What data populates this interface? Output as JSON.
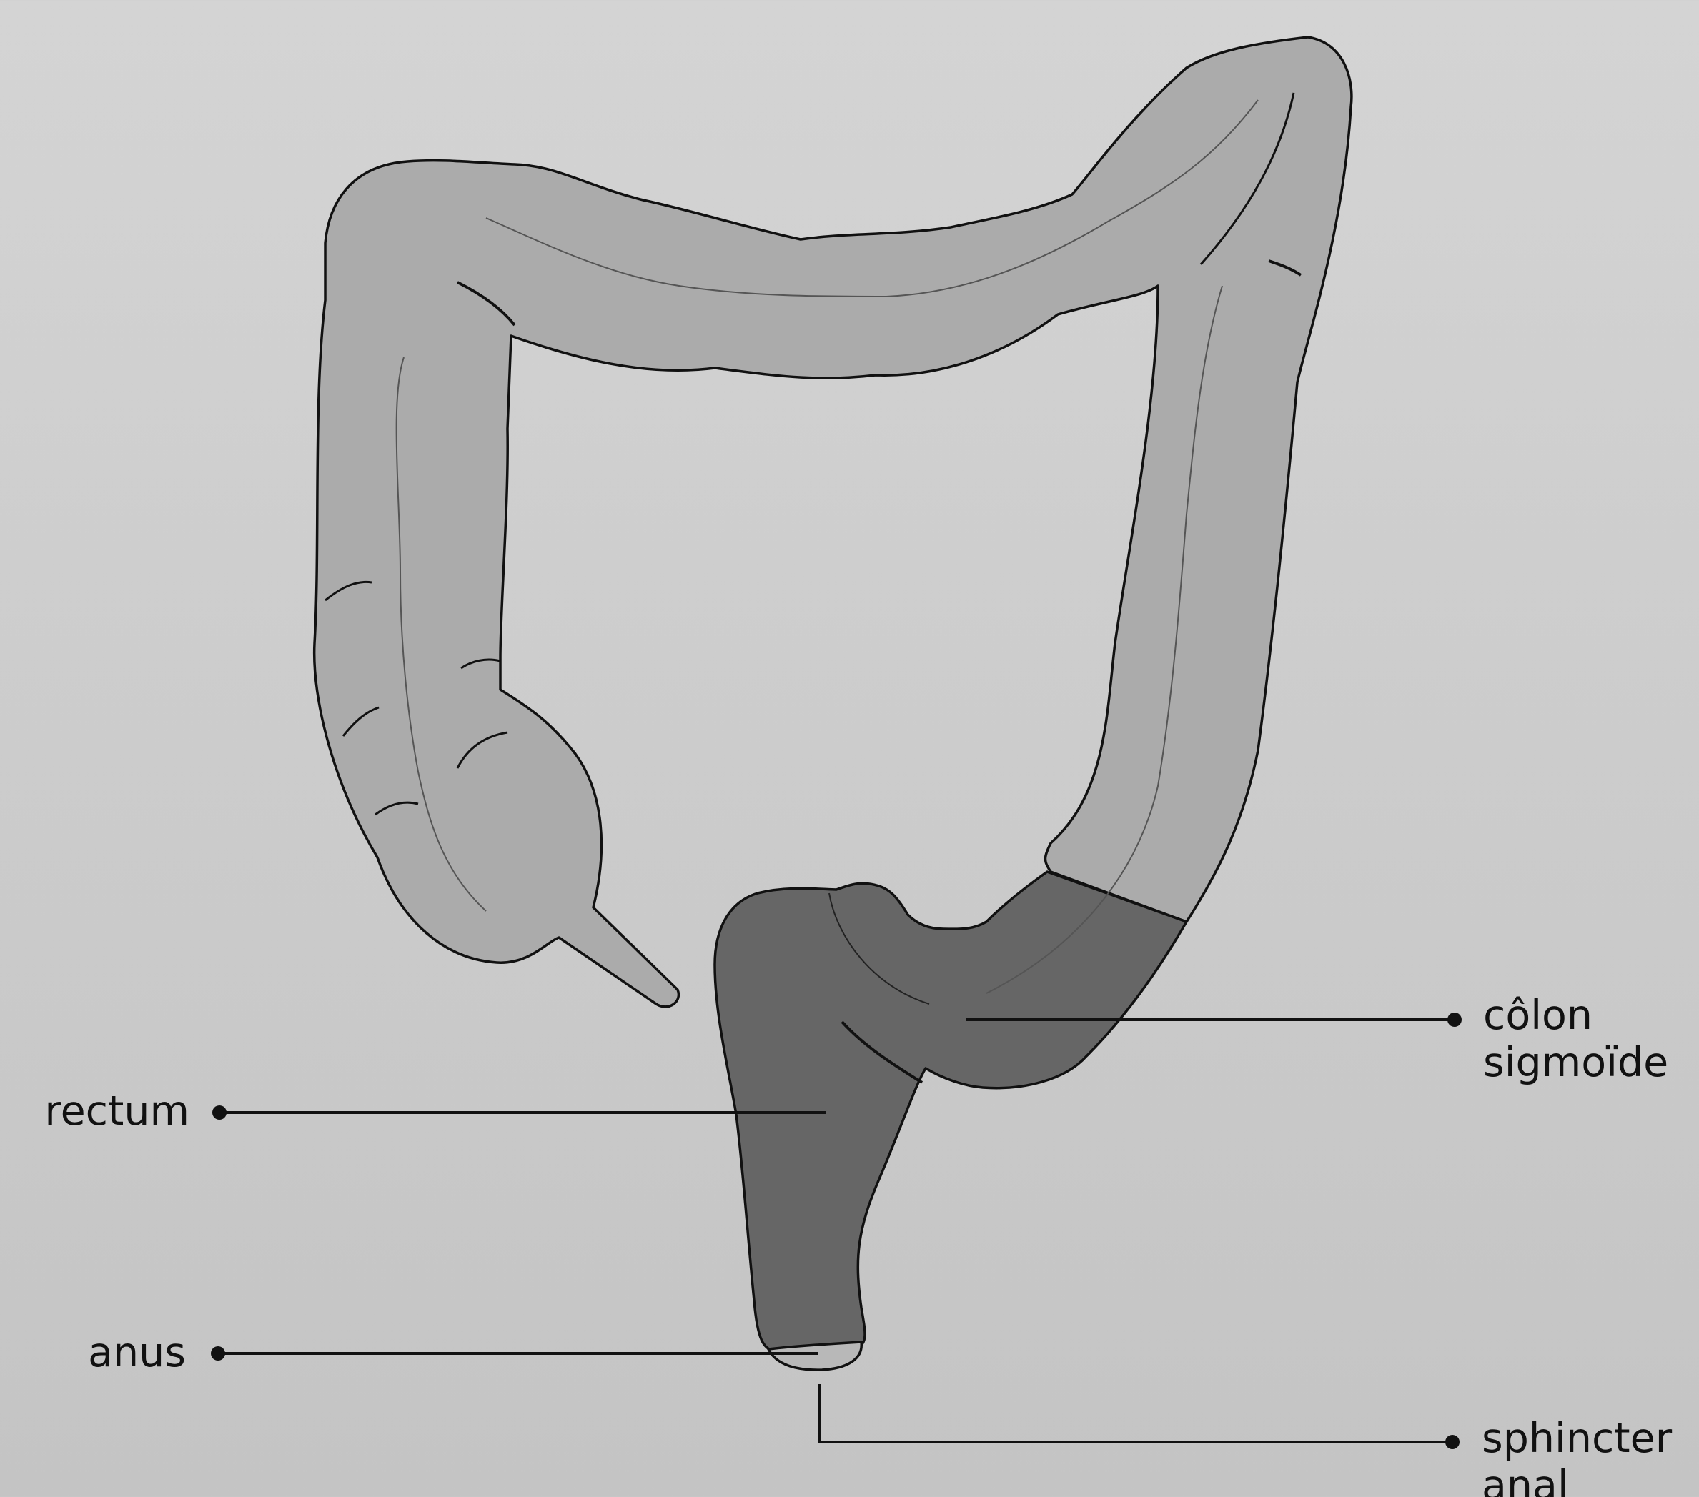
{
  "diagram": {
    "labels": {
      "rectum": "rectum",
      "anus": "anus",
      "sigmoid_colon": [
        "côlon",
        "sigmoïde"
      ],
      "anal_sphincter": [
        "sphincter",
        "anal"
      ]
    },
    "colors": {
      "background_top": "#d4d4d4",
      "background_bottom": "#c4c4c4",
      "colon_fill": "#ababab",
      "highlight_fill": "#666666",
      "sphincter_fill": "#b8b8b8",
      "outline": "#111111",
      "inner_line": "#555555"
    }
  }
}
